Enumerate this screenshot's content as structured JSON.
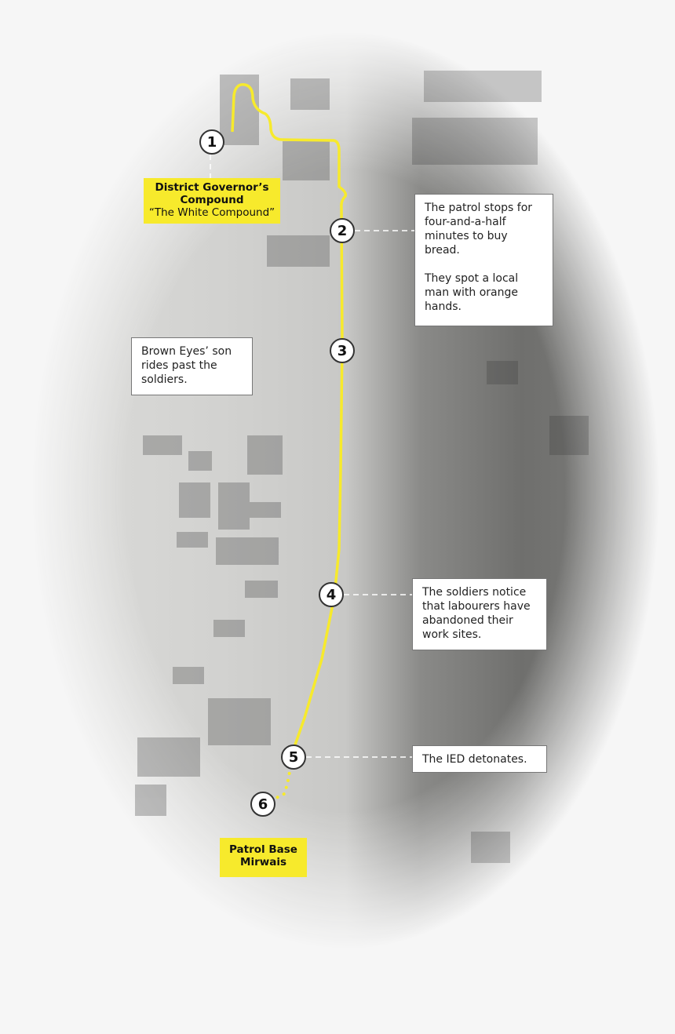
{
  "route_color": "#f7ea2c",
  "labels": {
    "compound_title": "District Governor’s Compound",
    "compound_subtitle": "“The White Compound”",
    "patrol_base": "Patrol Base\nMirwais"
  },
  "markers": [
    "1",
    "2",
    "3",
    "4",
    "5",
    "6"
  ],
  "callouts": {
    "stop2": "The patrol stops for four-and-a-half minutes to buy bread.\n\nThey spot a local man with orange hands.",
    "stop3": "Brown Eyes’ son rides past the soldiers.",
    "stop4": "The soldiers notice that labourers have abandoned their work sites.",
    "stop5": "The IED detonates."
  }
}
